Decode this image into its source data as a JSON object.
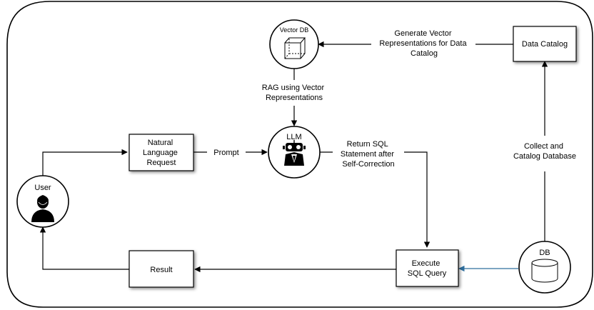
{
  "nodes": {
    "vector_db": {
      "label": "Vector DB"
    },
    "data_catalog": {
      "label": "Data Catalog"
    },
    "natural_language_request": {
      "label": [
        "Natural",
        "Language",
        "Request"
      ]
    },
    "llm": {
      "label": "LLM"
    },
    "user": {
      "label": "User"
    },
    "result": {
      "label": "Result"
    },
    "execute_sql_query": {
      "label": [
        "Execute",
        "SQL Query"
      ]
    },
    "db": {
      "label": "DB"
    }
  },
  "edges": {
    "generate_vectors": {
      "label": [
        "Generate Vector",
        "Representations for Data",
        "Catalog"
      ]
    },
    "rag": {
      "label": [
        "RAG using Vector",
        "Representations"
      ]
    },
    "prompt": {
      "label": "Prompt"
    },
    "return_sql": {
      "label": [
        "Return SQL",
        "Statement after",
        "Self-Correction"
      ]
    },
    "collect_catalog": {
      "label": [
        "Collect and",
        "Catalog Database"
      ]
    }
  },
  "colors": {
    "stroke": "#000000",
    "db_to_execute_arrow": "#2e6f9e"
  },
  "icons": {
    "vector_db": "cube-icon",
    "llm": "robot-icon",
    "user": "person-icon",
    "db": "cylinder-icon"
  }
}
